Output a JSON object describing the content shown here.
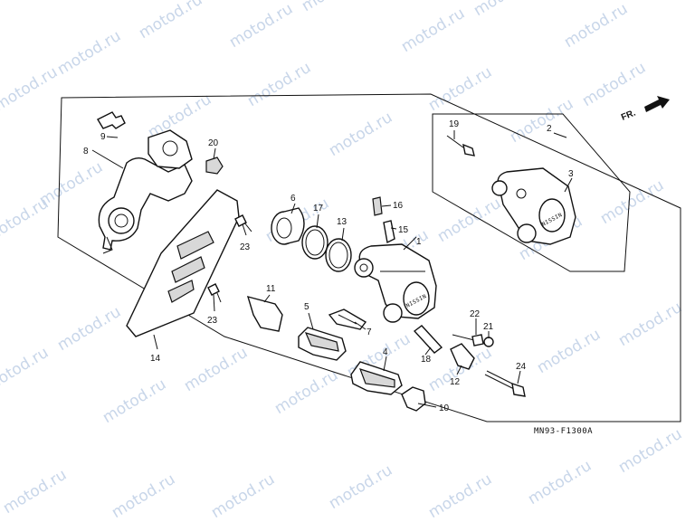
{
  "watermark": {
    "text": "motod.ru"
  },
  "direction": {
    "label": "FR."
  },
  "diagram_code": "MN93-F1300A",
  "callouts": {
    "c1": "1",
    "c2": "2",
    "c3": "3",
    "c4": "4",
    "c5": "5",
    "c6": "6",
    "c7": "7",
    "c8": "8",
    "c9": "9",
    "c10": "10",
    "c11": "11",
    "c12": "12",
    "c13": "13",
    "c14": "14",
    "c15": "15",
    "c16": "16",
    "c17": "17",
    "c18": "18",
    "c19": "19",
    "c20": "20",
    "c21": "21",
    "c22": "22",
    "c23a": "23",
    "c23b": "23",
    "c24": "24"
  },
  "caliper_body_mark": "NISSIN"
}
